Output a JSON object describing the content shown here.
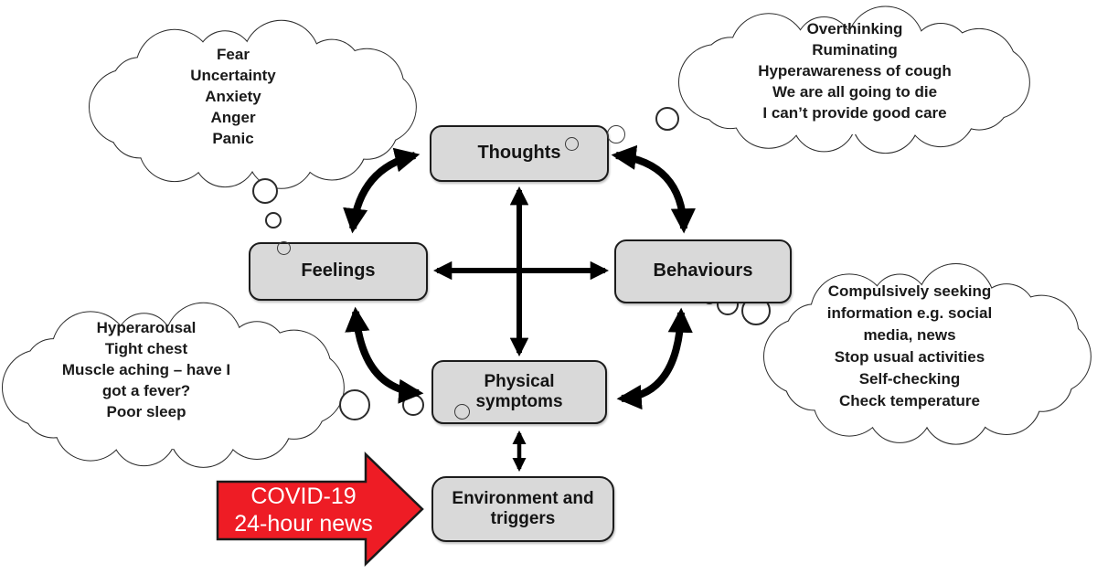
{
  "diagram": {
    "boxes": {
      "thoughts": {
        "lines": [
          "Thoughts"
        ]
      },
      "feelings": {
        "lines": [
          "Feelings"
        ]
      },
      "behaviours": {
        "lines": [
          "Behaviours"
        ]
      },
      "physical_symptoms": {
        "lines": [
          "Physical",
          "symptoms"
        ]
      },
      "environment": {
        "lines": [
          "Environment and",
          "triggers"
        ]
      }
    },
    "clouds": {
      "top_left": {
        "lines": [
          "Fear",
          "Uncertainty",
          "Anxiety",
          "Anger",
          "Panic"
        ]
      },
      "top_right": {
        "lines": [
          "Overthinking",
          "Ruminating",
          "Hyperawareness of cough",
          "We are all going to die",
          "I can’t provide good care"
        ]
      },
      "bottom_left": {
        "lines": [
          "Hyperarousal",
          "Tight chest",
          "Muscle aching – have I",
          "got a fever?",
          "Poor sleep"
        ]
      },
      "bottom_right": {
        "lines": [
          "Compulsively seeking",
          "information e.g. social",
          "media, news",
          "Stop usual activities",
          "Self-checking",
          "Check temperature"
        ]
      }
    },
    "covid_arrow": {
      "lines": [
        "COVID-19",
        "24-hour news"
      ]
    },
    "colors": {
      "box_fill": "#d9d9d9",
      "box_border": "#1c1c1c",
      "arrow_black": "#000000",
      "covid_red": "#ee1c25",
      "covid_text": "#ffffff",
      "cloud_outline": "#2b2b2b"
    }
  }
}
